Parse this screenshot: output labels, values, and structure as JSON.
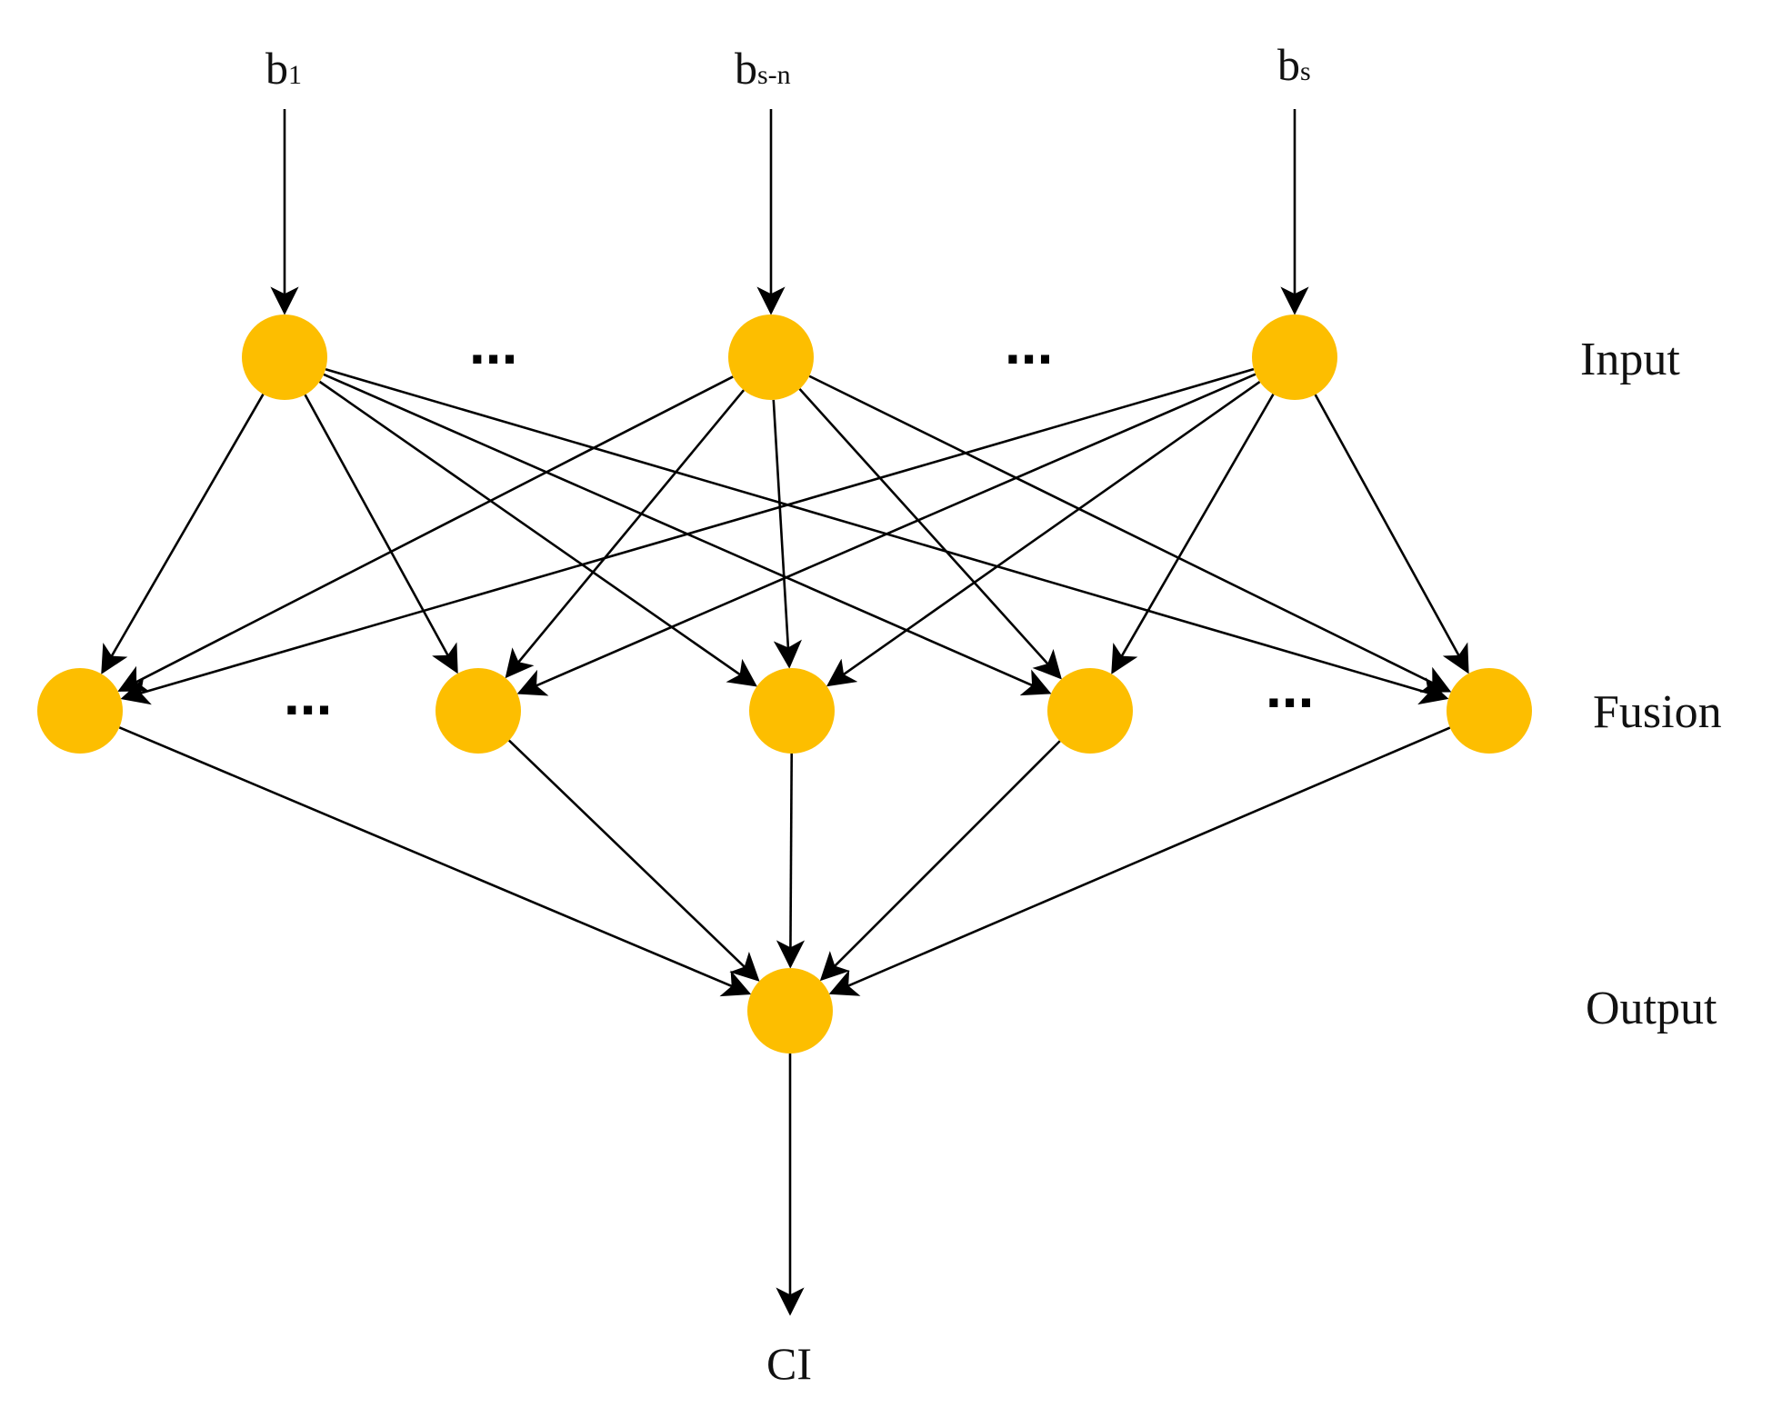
{
  "colors": {
    "node_fill": "#FDBE00",
    "edge": "#000000",
    "text": "#111111"
  },
  "inputs": [
    {
      "base": "b",
      "sub": "1"
    },
    {
      "base": "b",
      "sub": "s-n"
    },
    {
      "base": "b",
      "sub": "s"
    }
  ],
  "layer_labels": {
    "input": "Input",
    "fusion": "Fusion",
    "output": "Output"
  },
  "output_label": "CI",
  "ellipsis": "...",
  "structure": {
    "input_nodes": 3,
    "fusion_nodes": 5,
    "output_nodes": 1
  }
}
